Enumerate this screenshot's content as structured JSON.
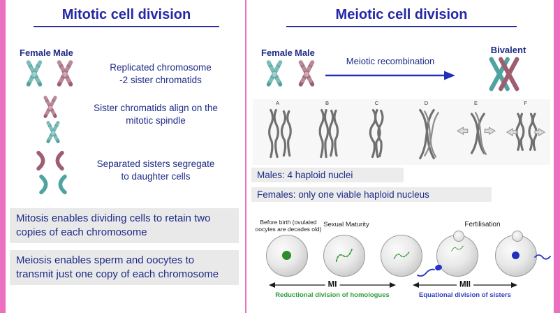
{
  "colors": {
    "accent_pink": "#ec6fc0",
    "title_blue": "#2527a6",
    "body_navy": "#1e2b86",
    "female_teal": "#4fa3a0",
    "male_maroon": "#9e5e70",
    "note_box_gray": "#e9e9e9",
    "reductional_green": "#2f9e3f",
    "equational_blue": "#2f3fc0"
  },
  "left_panel": {
    "title": "Mitotic cell division",
    "female_label": "Female",
    "male_label": "Male",
    "steps": [
      {
        "text": "Replicated chromosome\n-2 sister chromatids"
      },
      {
        "text": "Sister chromatids align on the\nmitotic spindle"
      },
      {
        "text": "Separated sisters segregate\nto daughter cells"
      }
    ],
    "note_boxes": [
      "Mitosis enables dividing cells to retain two copies of each chromosome",
      "Meiosis enables sperm and oocytes to transmit just one copy of each chromosome"
    ]
  },
  "right_panel": {
    "title": "Meiotic cell division",
    "female_label": "Female",
    "male_label": "Male",
    "recombination_arrow_label": "Meiotic recombination",
    "bivalent_label": "Bivalent",
    "stage_labels": [
      "A",
      "B",
      "C",
      "D",
      "E",
      "F"
    ],
    "males_box": "Males: 4 haploid nuclei",
    "females_box": "Females: only one viable haploid nucleus",
    "timeline": {
      "before_birth_label": "Before birth (ovulated\noocytes are decades old)",
      "sexual_maturity_label": "Sexual Maturity",
      "fertilisation_label": "Fertilisation",
      "mi_label": "MI",
      "mii_label": "MII",
      "mi_caption": "Reductional division of homologues",
      "mii_caption": "Equational division of sisters"
    }
  }
}
